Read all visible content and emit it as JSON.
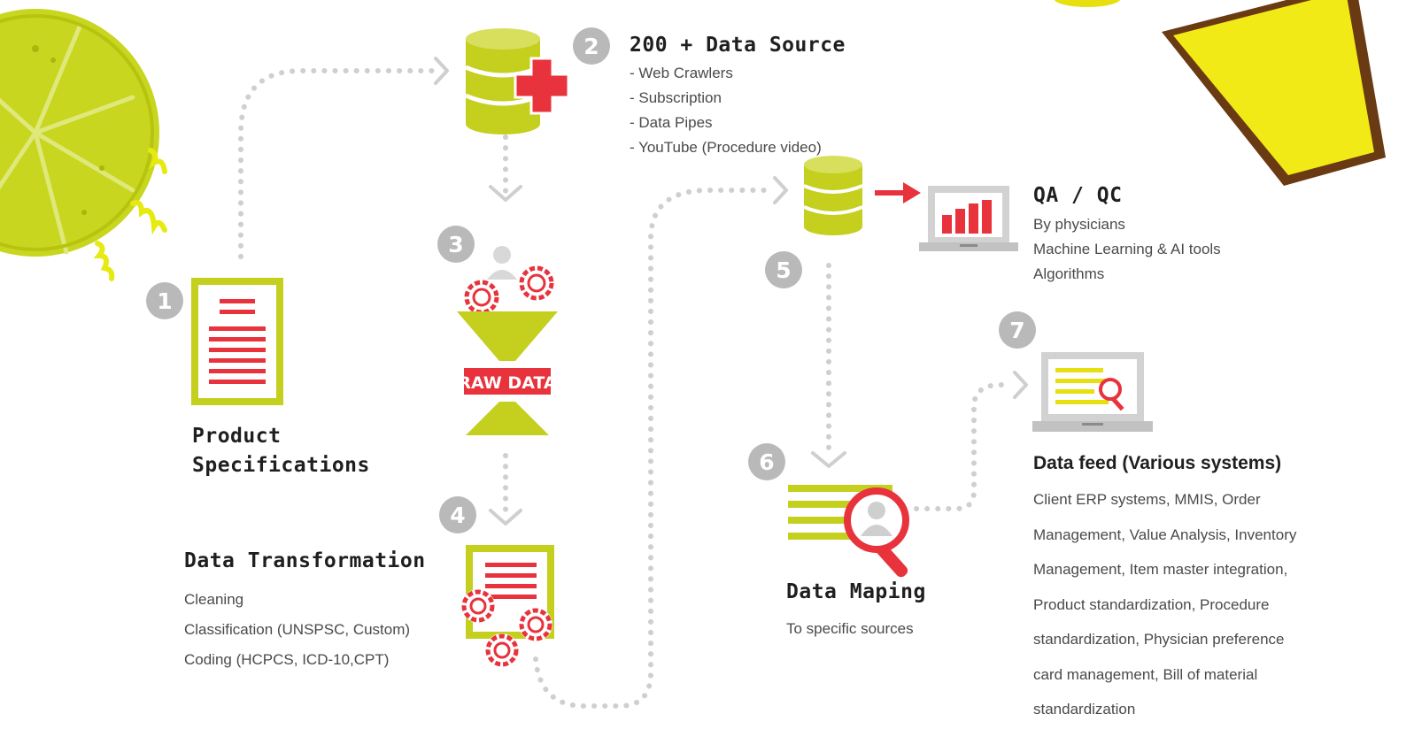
{
  "steps": [
    {
      "number": "1",
      "title": "Product Specifications",
      "title_lines": [
        "Product",
        "Specifications"
      ],
      "items": []
    },
    {
      "number": "2",
      "title": "200 + Data Source",
      "items": [
        "- Web Crawlers",
        "- Subscription",
        "- Data Pipes",
        "- YouTube (Procedure video)"
      ]
    },
    {
      "number": "3",
      "title": "",
      "items": []
    },
    {
      "number": "4",
      "title": "Data Transformation",
      "items": [
        "Cleaning",
        "Classification (UNSPSC, Custom)",
        "Coding (HCPCS, ICD-10,CPT)"
      ]
    },
    {
      "number": "5",
      "title": "QA / QC",
      "items": [
        "By physicians",
        "Machine Learning & AI tools",
        "Algorithms"
      ]
    },
    {
      "number": "6",
      "title": "Data Maping",
      "items": [
        "To specific sources"
      ]
    },
    {
      "number": "7",
      "title": "Data feed (Various systems)",
      "items": [
        "Client ERP systems, MMIS, Order",
        "Management, Value Analysis, Inventory",
        "Management, Item master integration,",
        "Product standardization, Procedure",
        "standardization, Physician preference",
        "card management, Bill of material",
        "standardization"
      ]
    }
  ],
  "funnel_label": "RAW DATA",
  "colors": {
    "lime": "#c4cf1e",
    "red": "#e8323c",
    "grey_badge": "#b9b9b9",
    "dots": "#cfcfcf",
    "lemon": "#c8d61f",
    "glass_yellow": "#f2ea17",
    "glass_rim": "#6a3a12"
  },
  "icons": [
    "lemon-slice-decoration",
    "juice-glass-decoration",
    "document-icon",
    "database-plus-icon",
    "gears-person-icon",
    "funnel-icon",
    "document-gears-icon",
    "database-icon",
    "laptop-chart-icon",
    "document-magnifier-icon",
    "laptop-search-icon"
  ]
}
